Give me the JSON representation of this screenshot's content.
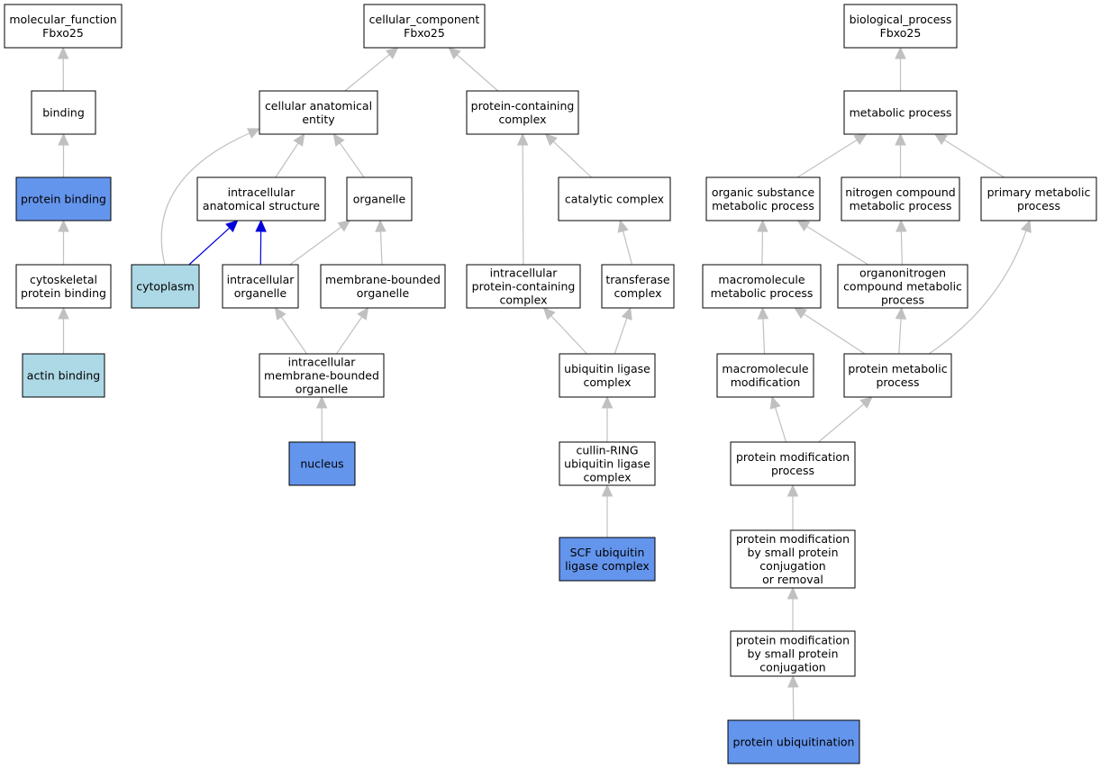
{
  "colors": {
    "default_fill": "#ffffff",
    "highlight_dark": "#6495ed",
    "highlight_light": "#add8e6",
    "edge_gray": "#c0c0c0",
    "edge_blue": "#0000dd"
  },
  "nodes": {
    "mf_root": {
      "lines": [
        "molecular_function",
        "Fbxo25"
      ],
      "style": "default"
    },
    "binding": {
      "lines": [
        "binding"
      ],
      "style": "default"
    },
    "protein_binding": {
      "lines": [
        "protein binding"
      ],
      "style": "dark"
    },
    "cytoskeletal_protein_binding": {
      "lines": [
        "cytoskeletal",
        "protein binding"
      ],
      "style": "default"
    },
    "actin_binding": {
      "lines": [
        "actin binding"
      ],
      "style": "light"
    },
    "cc_root": {
      "lines": [
        "cellular_component",
        "Fbxo25"
      ],
      "style": "default"
    },
    "cellular_anatomical_entity": {
      "lines": [
        "cellular anatomical",
        "entity"
      ],
      "style": "default"
    },
    "protein_containing_complex": {
      "lines": [
        "protein-containing",
        "complex"
      ],
      "style": "default"
    },
    "intracellular_anatomical_structure": {
      "lines": [
        "intracellular",
        "anatomical structure"
      ],
      "style": "default"
    },
    "organelle": {
      "lines": [
        "organelle"
      ],
      "style": "default"
    },
    "catalytic_complex": {
      "lines": [
        "catalytic complex"
      ],
      "style": "default"
    },
    "cytoplasm": {
      "lines": [
        "cytoplasm"
      ],
      "style": "light"
    },
    "intracellular_organelle": {
      "lines": [
        "intracellular",
        "organelle"
      ],
      "style": "default"
    },
    "membrane_bounded_organelle": {
      "lines": [
        "membrane-bounded",
        "organelle"
      ],
      "style": "default"
    },
    "intracellular_protein_containing_complex": {
      "lines": [
        "intracellular",
        "protein-containing",
        "complex"
      ],
      "style": "default"
    },
    "transferase_complex": {
      "lines": [
        "transferase",
        "complex"
      ],
      "style": "default"
    },
    "intracellular_membrane_bounded_organelle": {
      "lines": [
        "intracellular",
        "membrane-bounded",
        "organelle"
      ],
      "style": "default"
    },
    "ubiquitin_ligase_complex": {
      "lines": [
        "ubiquitin ligase",
        "complex"
      ],
      "style": "default"
    },
    "nucleus": {
      "lines": [
        "nucleus"
      ],
      "style": "dark"
    },
    "cullin_ring_ubiquitin_ligase_complex": {
      "lines": [
        "cullin-RING",
        "ubiquitin ligase",
        "complex"
      ],
      "style": "default"
    },
    "scf_ubiquitin_ligase_complex": {
      "lines": [
        "SCF ubiquitin",
        "ligase complex"
      ],
      "style": "dark"
    },
    "bp_root": {
      "lines": [
        "biological_process",
        "Fbxo25"
      ],
      "style": "default"
    },
    "metabolic_process": {
      "lines": [
        "metabolic process"
      ],
      "style": "default"
    },
    "organic_substance_metabolic_process": {
      "lines": [
        "organic substance",
        "metabolic process"
      ],
      "style": "default"
    },
    "nitrogen_compound_metabolic_process": {
      "lines": [
        "nitrogen compound",
        "metabolic process"
      ],
      "style": "default"
    },
    "primary_metabolic_process": {
      "lines": [
        "primary metabolic",
        "process"
      ],
      "style": "default"
    },
    "macromolecule_metabolic_process": {
      "lines": [
        "macromolecule",
        "metabolic process"
      ],
      "style": "default"
    },
    "organonitrogen_compound_metabolic_process": {
      "lines": [
        "organonitrogen",
        "compound metabolic",
        "process"
      ],
      "style": "default"
    },
    "macromolecule_modification": {
      "lines": [
        "macromolecule",
        "modification"
      ],
      "style": "default"
    },
    "protein_metabolic_process": {
      "lines": [
        "protein metabolic",
        "process"
      ],
      "style": "default"
    },
    "protein_modification_process": {
      "lines": [
        "protein modification",
        "process"
      ],
      "style": "default"
    },
    "protein_modification_by_small_protein_conjugation_or_removal": {
      "lines": [
        "protein modification",
        "by small protein",
        "conjugation",
        "or removal"
      ],
      "style": "default"
    },
    "protein_modification_by_small_protein_conjugation": {
      "lines": [
        "protein modification",
        "by small protein",
        "conjugation"
      ],
      "style": "default"
    },
    "protein_ubiquitination": {
      "lines": [
        "protein ubiquitination"
      ],
      "style": "dark"
    }
  },
  "edges": [
    {
      "from": "binding",
      "to": "mf_root",
      "kind": "gray"
    },
    {
      "from": "protein_binding",
      "to": "binding",
      "kind": "gray"
    },
    {
      "from": "cytoskeletal_protein_binding",
      "to": "protein_binding",
      "kind": "gray"
    },
    {
      "from": "actin_binding",
      "to": "cytoskeletal_protein_binding",
      "kind": "gray"
    },
    {
      "from": "cellular_anatomical_entity",
      "to": "cc_root",
      "kind": "gray"
    },
    {
      "from": "protein_containing_complex",
      "to": "cc_root",
      "kind": "gray"
    },
    {
      "from": "intracellular_anatomical_structure",
      "to": "cellular_anatomical_entity",
      "kind": "gray"
    },
    {
      "from": "organelle",
      "to": "cellular_anatomical_entity",
      "kind": "gray"
    },
    {
      "from": "cytoplasm",
      "to": "cellular_anatomical_entity",
      "kind": "gray_curve"
    },
    {
      "from": "cytoplasm",
      "to": "intracellular_anatomical_structure",
      "kind": "blue"
    },
    {
      "from": "intracellular_organelle",
      "to": "intracellular_anatomical_structure",
      "kind": "blue"
    },
    {
      "from": "intracellular_organelle",
      "to": "organelle",
      "kind": "gray"
    },
    {
      "from": "membrane_bounded_organelle",
      "to": "organelle",
      "kind": "gray"
    },
    {
      "from": "intracellular_membrane_bounded_organelle",
      "to": "intracellular_organelle",
      "kind": "gray"
    },
    {
      "from": "intracellular_membrane_bounded_organelle",
      "to": "membrane_bounded_organelle",
      "kind": "gray"
    },
    {
      "from": "nucleus",
      "to": "intracellular_membrane_bounded_organelle",
      "kind": "gray"
    },
    {
      "from": "catalytic_complex",
      "to": "protein_containing_complex",
      "kind": "gray"
    },
    {
      "from": "intracellular_protein_containing_complex",
      "to": "protein_containing_complex",
      "kind": "gray"
    },
    {
      "from": "transferase_complex",
      "to": "catalytic_complex",
      "kind": "gray"
    },
    {
      "from": "ubiquitin_ligase_complex",
      "to": "intracellular_protein_containing_complex",
      "kind": "gray"
    },
    {
      "from": "ubiquitin_ligase_complex",
      "to": "transferase_complex",
      "kind": "gray"
    },
    {
      "from": "cullin_ring_ubiquitin_ligase_complex",
      "to": "ubiquitin_ligase_complex",
      "kind": "gray"
    },
    {
      "from": "scf_ubiquitin_ligase_complex",
      "to": "cullin_ring_ubiquitin_ligase_complex",
      "kind": "gray"
    },
    {
      "from": "metabolic_process",
      "to": "bp_root",
      "kind": "gray"
    },
    {
      "from": "organic_substance_metabolic_process",
      "to": "metabolic_process",
      "kind": "gray"
    },
    {
      "from": "nitrogen_compound_metabolic_process",
      "to": "metabolic_process",
      "kind": "gray"
    },
    {
      "from": "primary_metabolic_process",
      "to": "metabolic_process",
      "kind": "gray"
    },
    {
      "from": "macromolecule_metabolic_process",
      "to": "organic_substance_metabolic_process",
      "kind": "gray"
    },
    {
      "from": "organonitrogen_compound_metabolic_process",
      "to": "organic_substance_metabolic_process",
      "kind": "gray"
    },
    {
      "from": "organonitrogen_compound_metabolic_process",
      "to": "nitrogen_compound_metabolic_process",
      "kind": "gray"
    },
    {
      "from": "macromolecule_modification",
      "to": "macromolecule_metabolic_process",
      "kind": "gray"
    },
    {
      "from": "protein_metabolic_process",
      "to": "macromolecule_metabolic_process",
      "kind": "gray"
    },
    {
      "from": "protein_metabolic_process",
      "to": "organonitrogen_compound_metabolic_process",
      "kind": "gray"
    },
    {
      "from": "protein_metabolic_process",
      "to": "primary_metabolic_process",
      "kind": "gray_curve"
    },
    {
      "from": "protein_modification_process",
      "to": "macromolecule_modification",
      "kind": "gray"
    },
    {
      "from": "protein_modification_process",
      "to": "protein_metabolic_process",
      "kind": "gray"
    },
    {
      "from": "protein_modification_by_small_protein_conjugation_or_removal",
      "to": "protein_modification_process",
      "kind": "gray"
    },
    {
      "from": "protein_modification_by_small_protein_conjugation",
      "to": "protein_modification_by_small_protein_conjugation_or_removal",
      "kind": "gray"
    },
    {
      "from": "protein_ubiquitination",
      "to": "protein_modification_by_small_protein_conjugation",
      "kind": "gray"
    }
  ]
}
